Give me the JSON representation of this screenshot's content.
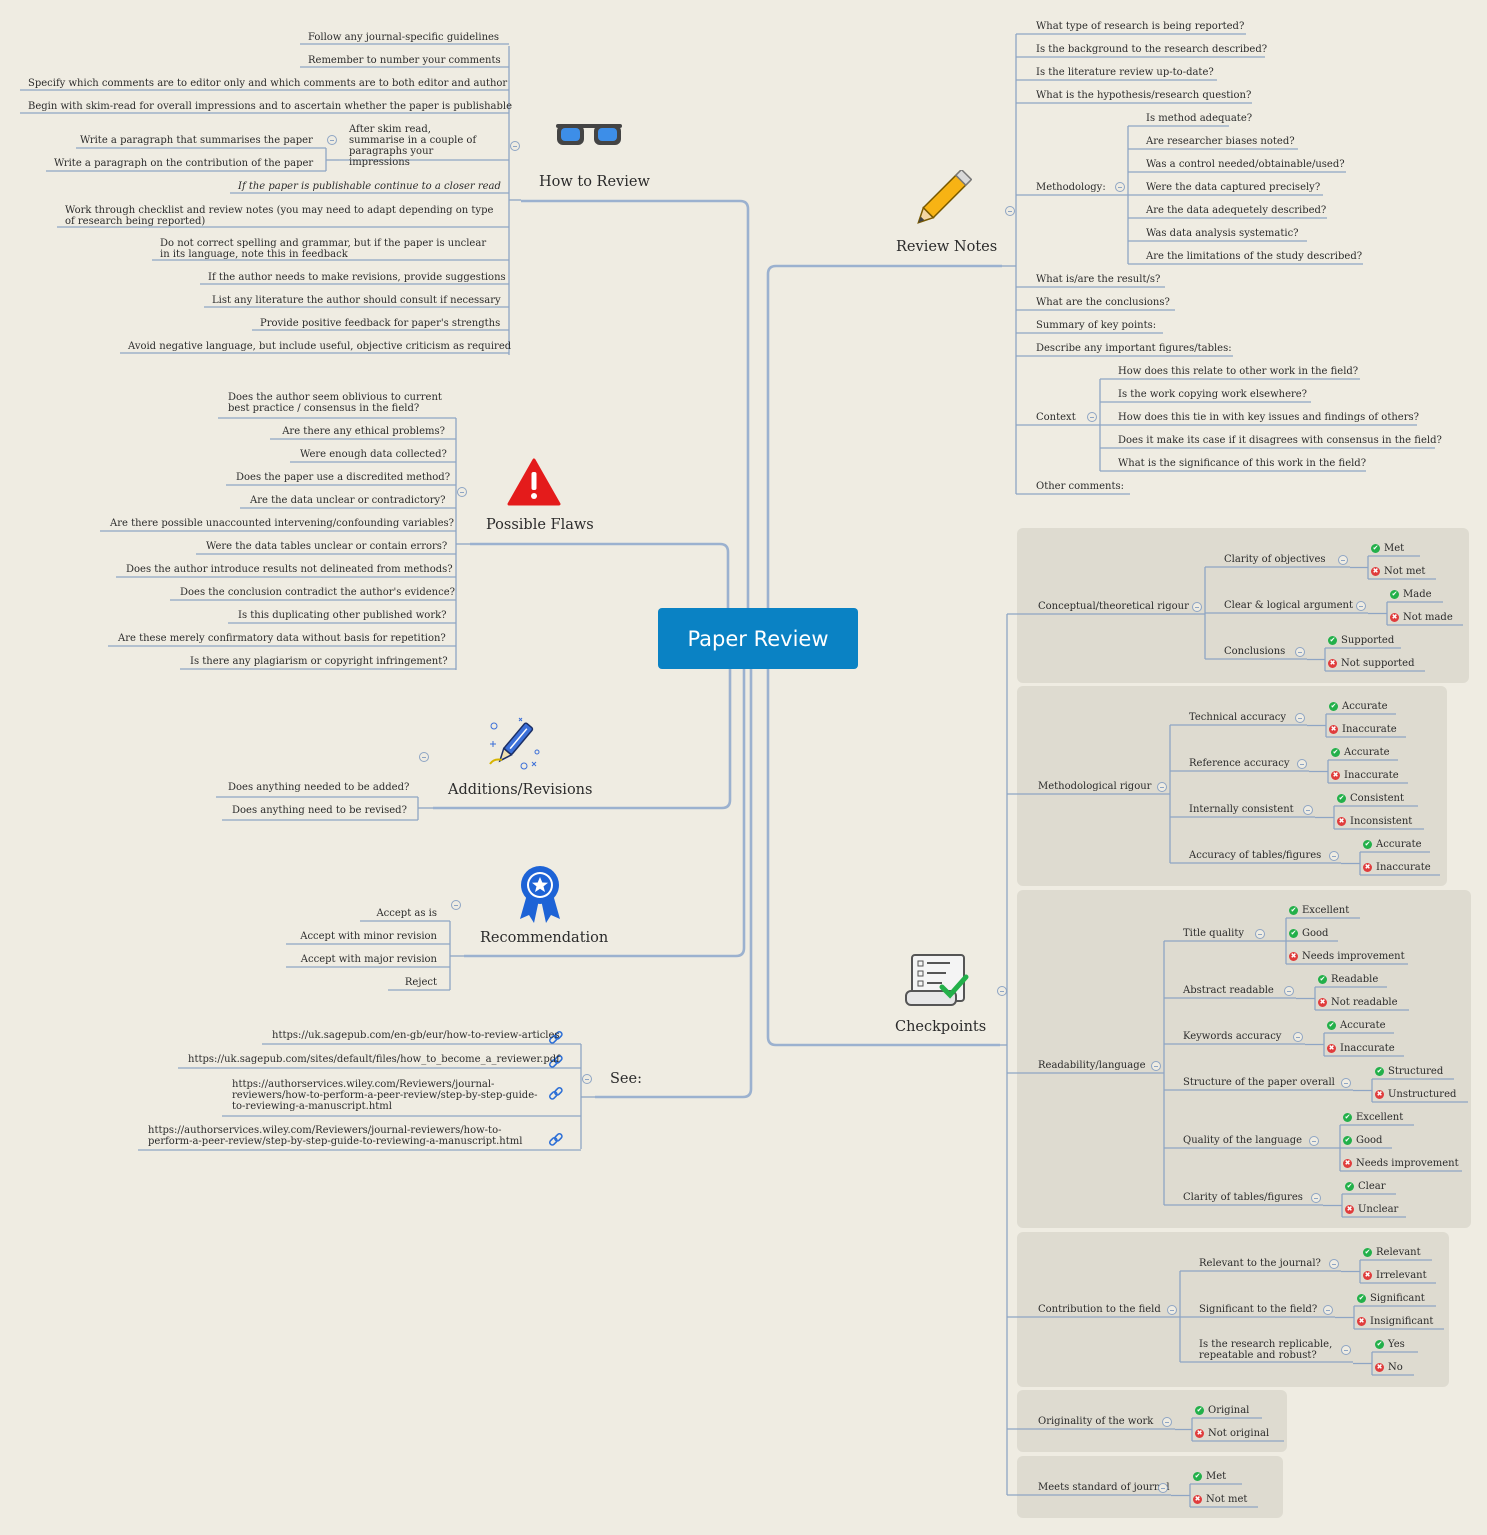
{
  "center": "Paper Review",
  "branches": {
    "how_to_review": {
      "title": "How to Review",
      "items": [
        "Follow any journal-specific guidelines",
        "Remember to number your comments",
        "Specify which comments are to editor only and which comments are to both editor and author",
        "Begin with skim-read for overall impressions and to ascertain whether the paper is publishable",
        "After skim read, summarise in a couple of paragraphs your impressions",
        "Write a paragraph that summarises the paper",
        "Write a paragraph on the contribution of the paper",
        "If the paper is publishable continue to a closer read",
        "Work through checklist and review notes (you may need to adapt depending on type of research being reported)",
        "Do not correct spelling and grammar, but if the paper is unclear in its language, note this in feedback",
        "If the author needs to make revisions, provide suggestions",
        "List any literature the author should consult if necessary",
        "Provide positive feedback for paper's strengths",
        "Avoid negative language, but include useful, objective criticism as required"
      ]
    },
    "possible_flaws": {
      "title": "Possible Flaws",
      "items": [
        "Does the author seem oblivious to current best practice / consensus in the field?",
        "Are there any ethical problems?",
        "Were enough data collected?",
        "Does the paper use a discredited method?",
        "Are the data unclear or contradictory?",
        "Are there possible unaccounted intervening/confounding variables?",
        "Were the data tables unclear or contain errors?",
        "Does the author introduce results not delineated from methods?",
        "Does the conclusion contradict the author's evidence?",
        "Is this duplicating other published work?",
        "Are these merely confirmatory data without basis for repetition?",
        "Is there any plagiarism or copyright infringement?"
      ]
    },
    "additions": {
      "title": "Additions/Revisions",
      "items": [
        "Does anything needed to be added?",
        "Does anything need to be revised?"
      ]
    },
    "recommendation": {
      "title": "Recommendation",
      "items": [
        "Accept as is",
        "Accept with minor revision",
        "Accept with major revision",
        "Reject"
      ]
    },
    "see": {
      "title": "See:",
      "items": [
        "https://uk.sagepub.com/en-gb/eur/how-to-review-articles",
        "https://uk.sagepub.com/sites/default/files/how_to_become_a_reviewer.pdf",
        "https://authorservices.wiley.com/Reviewers/journal-reviewers/how-to-perform-a-peer-review/step-by-step-guide-to-reviewing-a-manuscript.html",
        "https://authorservices.wiley.com/Reviewers/journal-reviewers/how-to-perform-a-peer-review/step-by-step-guide-to-reviewing-a-manuscript.html"
      ]
    },
    "review_notes": {
      "title": "Review Notes",
      "items": [
        "What type of research is being reported?",
        "Is the background to the research described?",
        "Is the literature review up-to-date?",
        "What is the hypothesis/research question?",
        "Methodology:",
        "What is/are the result/s?",
        "What are the conclusions?",
        "Summary of key points:",
        "Describe any important figures/tables:",
        "Context",
        "Other comments:"
      ],
      "methodology": [
        "Is method adequate?",
        "Are researcher biases noted?",
        "Was a control needed/obtainable/used?",
        "Were the data captured precisely?",
        "Are the data adequetely described?",
        "Was data analysis systematic?",
        "Are the limitations of the study described?"
      ],
      "context": [
        "How does this relate to other work in the field?",
        "Is the work copying work elsewhere?",
        "How does this tie in with key issues and findings of others?",
        "Does it make its case if it disagrees with consensus in the field?",
        "What is the significance of this work in the field?"
      ]
    },
    "checkpoints": {
      "title": "Checkpoints",
      "groups": [
        {
          "label": "Conceptual/theoretical rigour",
          "subs": [
            {
              "label": "Clarity of objectives",
              "opts": [
                [
                  "Met",
                  "ok"
                ],
                [
                  "Not met",
                  "bad"
                ]
              ]
            },
            {
              "label": "Clear & logical argument",
              "opts": [
                [
                  "Made",
                  "ok"
                ],
                [
                  "Not made",
                  "bad"
                ]
              ]
            },
            {
              "label": "Conclusions",
              "opts": [
                [
                  "Supported",
                  "ok"
                ],
                [
                  "Not supported",
                  "bad"
                ]
              ]
            }
          ]
        },
        {
          "label": "Methodological rigour",
          "subs": [
            {
              "label": "Technical accuracy",
              "opts": [
                [
                  "Accurate",
                  "ok"
                ],
                [
                  "Inaccurate",
                  "bad"
                ]
              ]
            },
            {
              "label": "Reference accuracy",
              "opts": [
                [
                  "Accurate",
                  "ok"
                ],
                [
                  "Inaccurate",
                  "bad"
                ]
              ]
            },
            {
              "label": "Internally consistent",
              "opts": [
                [
                  "Consistent",
                  "ok"
                ],
                [
                  "Inconsistent",
                  "bad"
                ]
              ]
            },
            {
              "label": "Accuracy of tables/figures",
              "opts": [
                [
                  "Accurate",
                  "ok"
                ],
                [
                  "Inaccurate",
                  "bad"
                ]
              ]
            }
          ]
        },
        {
          "label": "Readability/language",
          "subs": [
            {
              "label": "Title quality",
              "opts": [
                [
                  "Excellent",
                  "ok"
                ],
                [
                  "Good",
                  "ok"
                ],
                [
                  "Needs improvement",
                  "bad"
                ]
              ]
            },
            {
              "label": "Abstract readable",
              "opts": [
                [
                  "Readable",
                  "ok"
                ],
                [
                  "Not readable",
                  "bad"
                ]
              ]
            },
            {
              "label": "Keywords accuracy",
              "opts": [
                [
                  "Accurate",
                  "ok"
                ],
                [
                  "Inaccurate",
                  "bad"
                ]
              ]
            },
            {
              "label": "Structure of the paper overall",
              "opts": [
                [
                  "Structured",
                  "ok"
                ],
                [
                  "Unstructured",
                  "bad"
                ]
              ]
            },
            {
              "label": "Quality of the language",
              "opts": [
                [
                  "Excellent",
                  "ok"
                ],
                [
                  "Good",
                  "ok"
                ],
                [
                  "Needs improvement",
                  "bad"
                ]
              ]
            },
            {
              "label": "Clarity of tables/figures",
              "opts": [
                [
                  "Clear",
                  "ok"
                ],
                [
                  "Unclear",
                  "bad"
                ]
              ]
            }
          ]
        },
        {
          "label": "Contribution to the field",
          "subs": [
            {
              "label": "Relevant to the journal?",
              "opts": [
                [
                  "Relevant",
                  "ok"
                ],
                [
                  "Irrelevant",
                  "bad"
                ]
              ]
            },
            {
              "label": "Significant to the field?",
              "opts": [
                [
                  "Significant",
                  "ok"
                ],
                [
                  "Insignificant",
                  "bad"
                ]
              ]
            },
            {
              "label": "Is the research replicable, repeatable and robust?",
              "opts": [
                [
                  "Yes",
                  "ok"
                ],
                [
                  "No",
                  "bad"
                ]
              ]
            }
          ]
        },
        {
          "label": "Originality of the work",
          "opts": [
            [
              "Original",
              "ok"
            ],
            [
              "Not original",
              "bad"
            ]
          ]
        },
        {
          "label": "Meets standard of journal",
          "opts": [
            [
              "Met",
              "ok"
            ],
            [
              "Not met",
              "bad"
            ]
          ]
        }
      ]
    }
  },
  "colors": {
    "line": "#8ea5c4",
    "trunk": "#9bb1cf",
    "center": "#0a82c4",
    "bg": "#efece2",
    "group": "#dedbd0"
  },
  "icons": [
    "glasses-icon",
    "pencil-icon",
    "warning-icon",
    "pen-sparkle-icon",
    "award-ribbon-icon",
    "checklist-scroll-icon",
    "link-icon"
  ]
}
